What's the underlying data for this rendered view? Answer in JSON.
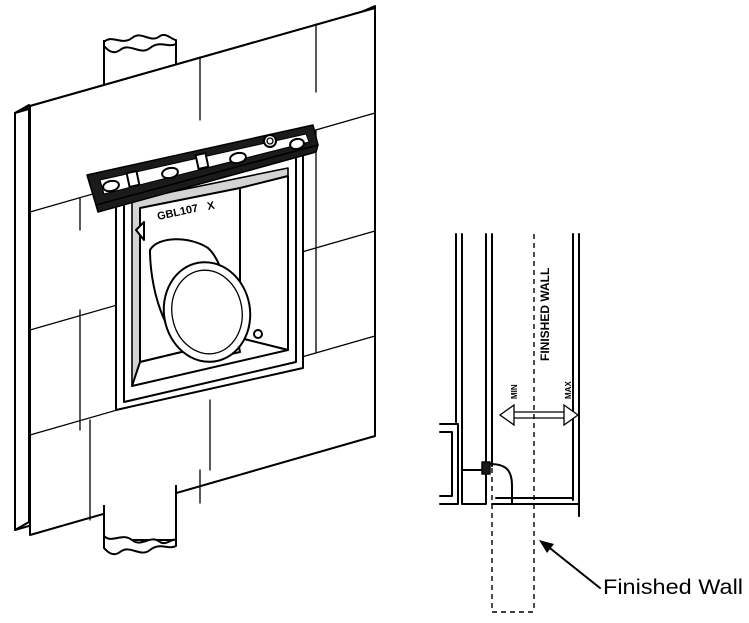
{
  "labels": {
    "model": "GBL107",
    "model_mark": "X",
    "finished_wall_vertical": "FINISHED WALL",
    "min": "MIN",
    "max": "MAX",
    "callout": "Finished Wall"
  },
  "icons": {
    "bubble_level": "bubble-level-icon",
    "arrow": "double-headed-arrow-icon",
    "leader": "leader-arrow-icon"
  },
  "colors": {
    "line": "#000000",
    "background": "#ffffff",
    "level_body": "#1b1b1b",
    "shade": "#d4d4d4"
  }
}
